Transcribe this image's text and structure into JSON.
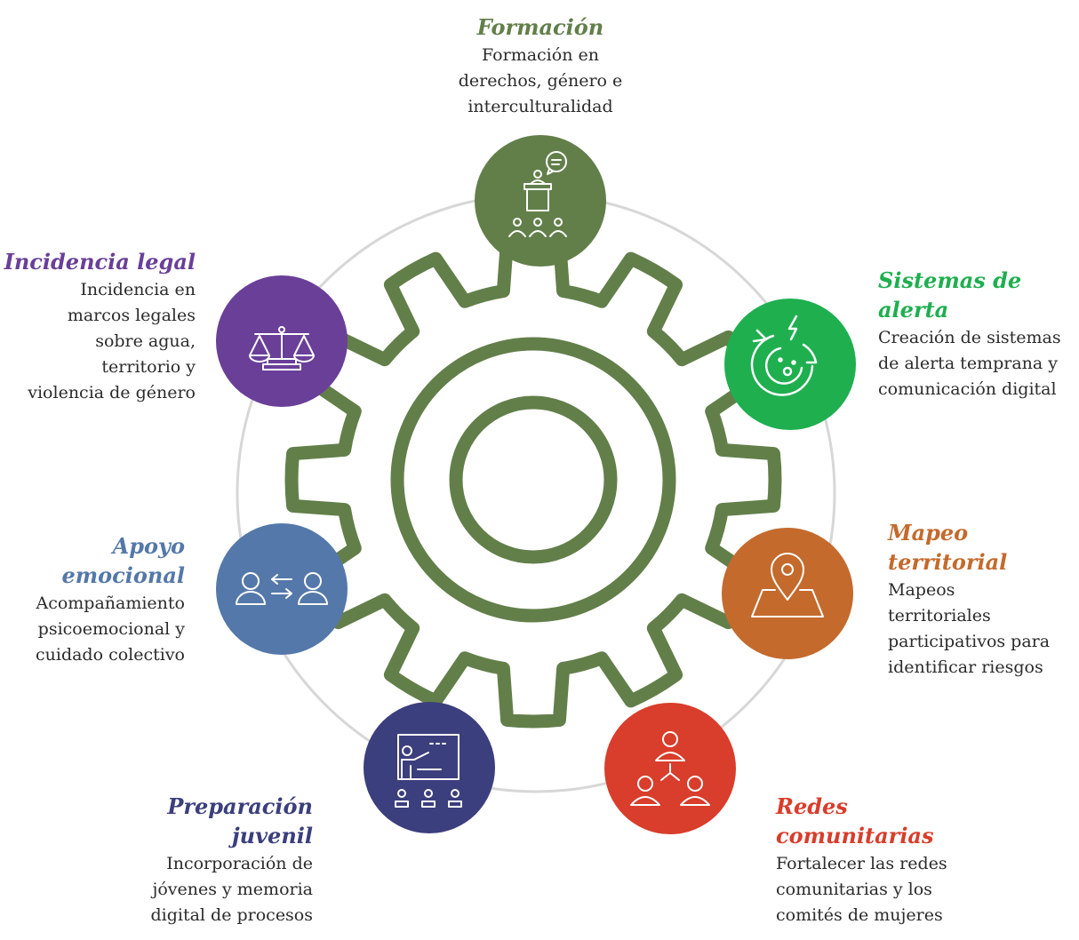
{
  "colors": {
    "gear": "#627f4a",
    "ring": "#d7d7d7",
    "formacion": "#627f4a",
    "sistemas": "#1faf4f",
    "mapeo": "#c46a2c",
    "redes": "#d93d2b",
    "preparacion": "#3b3f7d",
    "apoyo": "#5478a9",
    "incidencia": "#6a3f98"
  },
  "nodes": [
    {
      "id": "formacion",
      "title": "Formación",
      "desc": [
        "Formación en",
        "derechos, género e",
        "interculturalidad"
      ],
      "icon": "training-presenter-icon"
    },
    {
      "id": "sistemas",
      "title_lines": [
        "Sistemas de",
        "alerta"
      ],
      "desc": [
        "Creación de sistemas",
        "de alerta temprana y",
        "comunicación digital"
      ],
      "icon": "alert-radar-icon"
    },
    {
      "id": "mapeo",
      "title_lines": [
        "Mapeo",
        "territorial"
      ],
      "desc": [
        "Mapeos",
        "territoriales",
        "participativos para",
        "identificar riesgos"
      ],
      "icon": "map-pin-icon"
    },
    {
      "id": "redes",
      "title_lines": [
        "Redes",
        "comunitarias"
      ],
      "desc": [
        "Fortalecer las redes",
        "comunitarias y los",
        "comités de mujeres"
      ],
      "icon": "network-people-icon"
    },
    {
      "id": "preparacion",
      "title_lines": [
        "Preparación",
        "juvenil"
      ],
      "desc": [
        "Incorporación de",
        "jóvenes y memoria",
        "digital de procesos"
      ],
      "icon": "classroom-board-icon"
    },
    {
      "id": "apoyo",
      "title_lines": [
        "Apoyo",
        "emocional"
      ],
      "desc": [
        "Acompañamiento",
        "psicoemocional y",
        "cuidado colectivo"
      ],
      "icon": "people-exchange-icon"
    },
    {
      "id": "incidencia",
      "title": "Incidencia legal",
      "desc": [
        "Incidencia en",
        "marcos legales",
        "sobre agua,",
        "territorio y",
        "violencia de género"
      ],
      "icon": "scales-justice-icon"
    }
  ]
}
